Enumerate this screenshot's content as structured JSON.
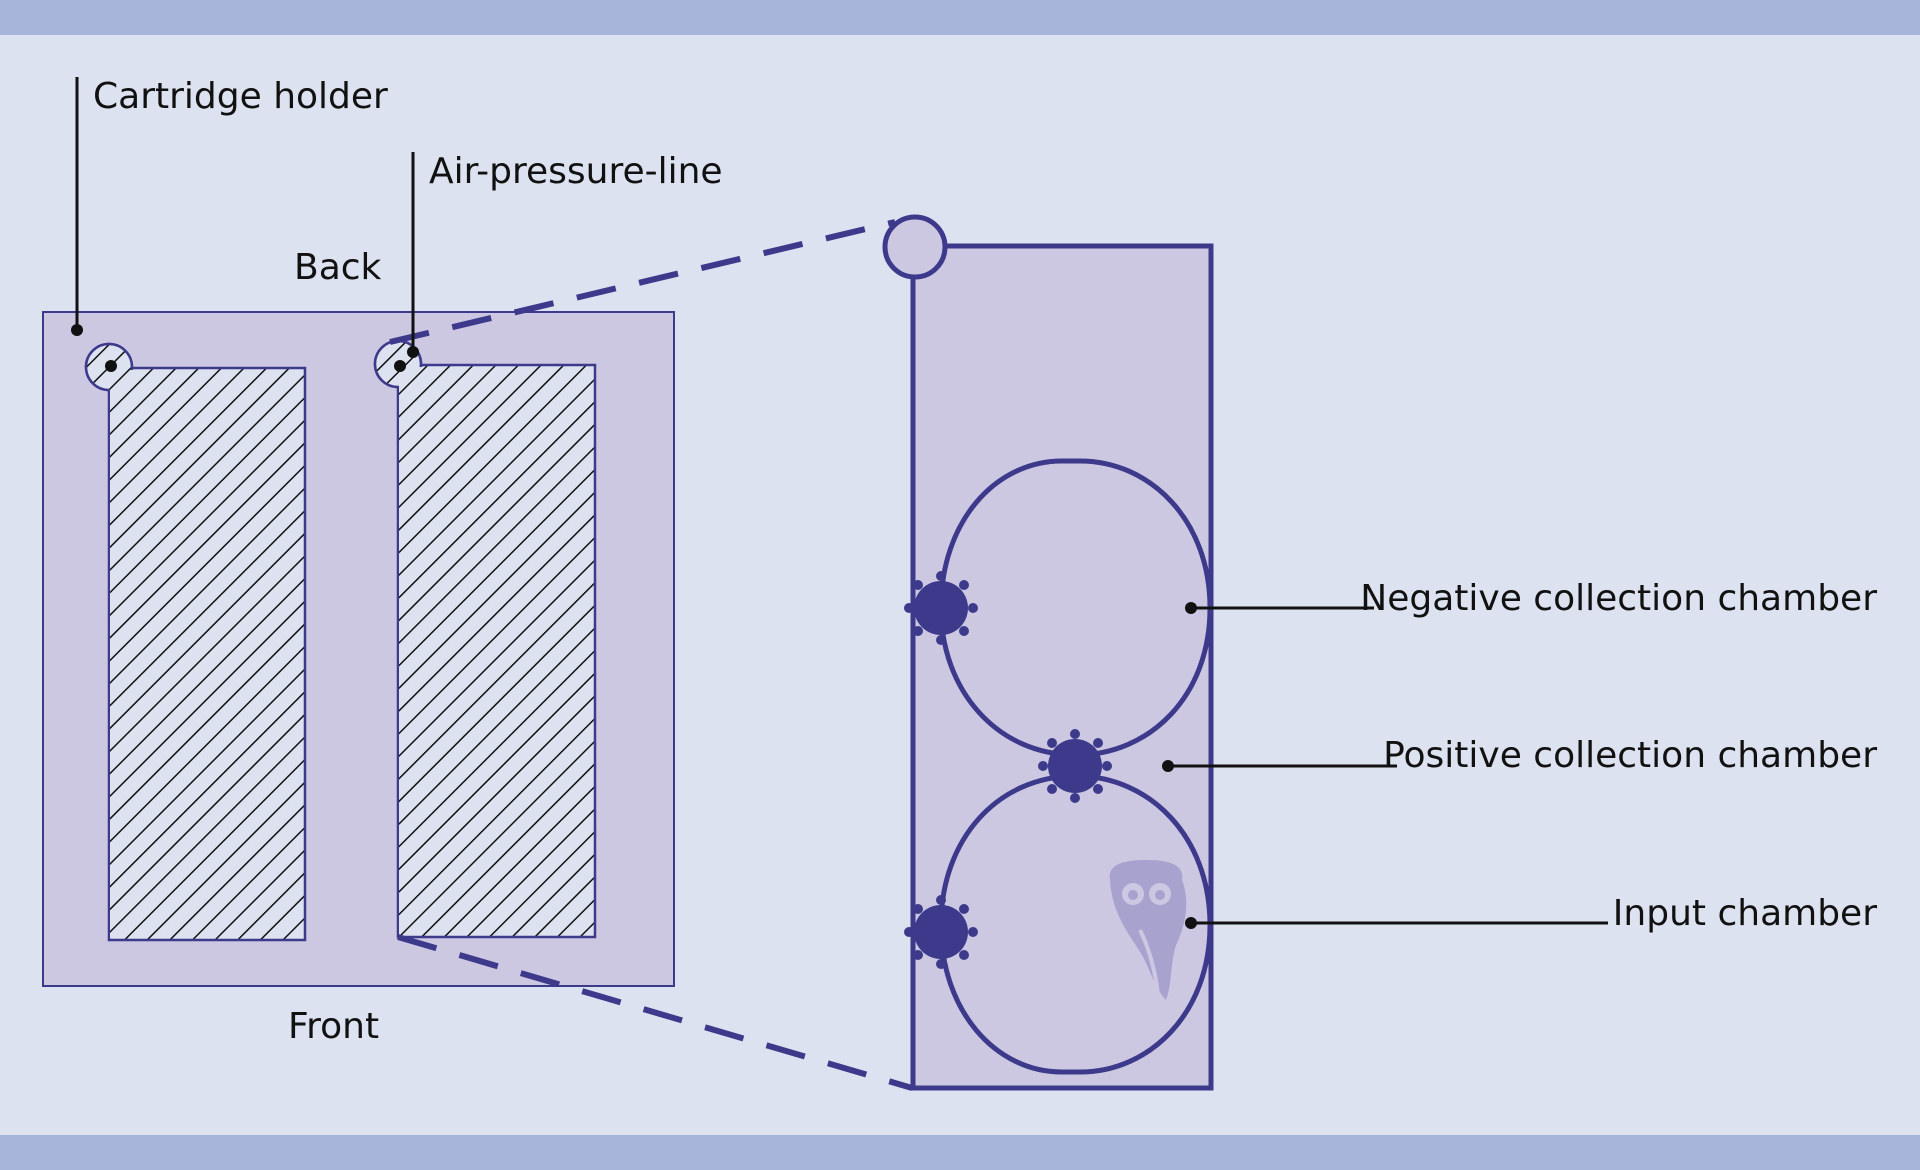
{
  "colors": {
    "background": "#dce2f0",
    "band": "#a7b5da",
    "panel_fill": "#cdc8e2",
    "outline": "#3d3a8c",
    "hatch": "#111111",
    "leader": "#111111",
    "watermark": "#a8a2cf"
  },
  "labels": {
    "cartridge_holder": "Cartridge holder",
    "air_pressure_line": "Air-pressure-line",
    "back": "Back",
    "front": "Front",
    "negative_chamber": "Negative collection chamber",
    "positive_chamber": "Positive collection chamber",
    "input_chamber": "Input chamber"
  },
  "icons": {
    "watermark": "owl-icon",
    "valve": "gear-valve-icon"
  }
}
